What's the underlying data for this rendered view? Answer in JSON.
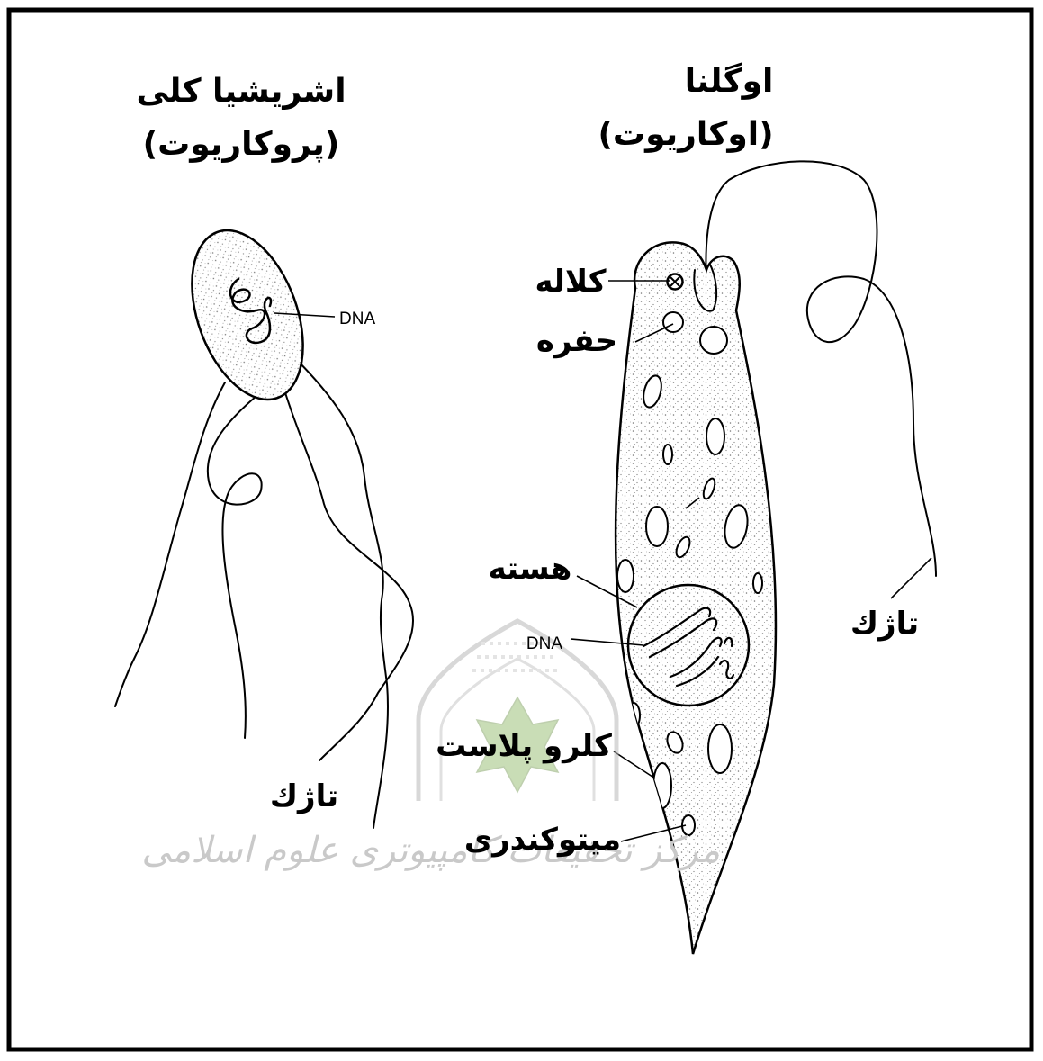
{
  "left_cell": {
    "title": "اشریشیا کلی",
    "subtitle": "(پروکاریوت)",
    "labels": {
      "dna": "DNA",
      "flagellum": "تاژك"
    }
  },
  "right_cell": {
    "title": "اوگلنا",
    "subtitle": "(اوکاریوت)",
    "labels": {
      "eyespot": "کلاله",
      "vacuole": "حفره",
      "flagellum": "تاژك",
      "nucleus": "هسته",
      "dna": "DNA",
      "chloroplast": "کلرو پلاست",
      "mitochondrion": "میتوکندری"
    }
  },
  "watermark": {
    "text": "مرکز تحقیقات کامپیوتری علوم اسلامی"
  },
  "colors": {
    "ink": "#000000",
    "paper": "#ffffff",
    "watermark": "#c9c9c9"
  }
}
